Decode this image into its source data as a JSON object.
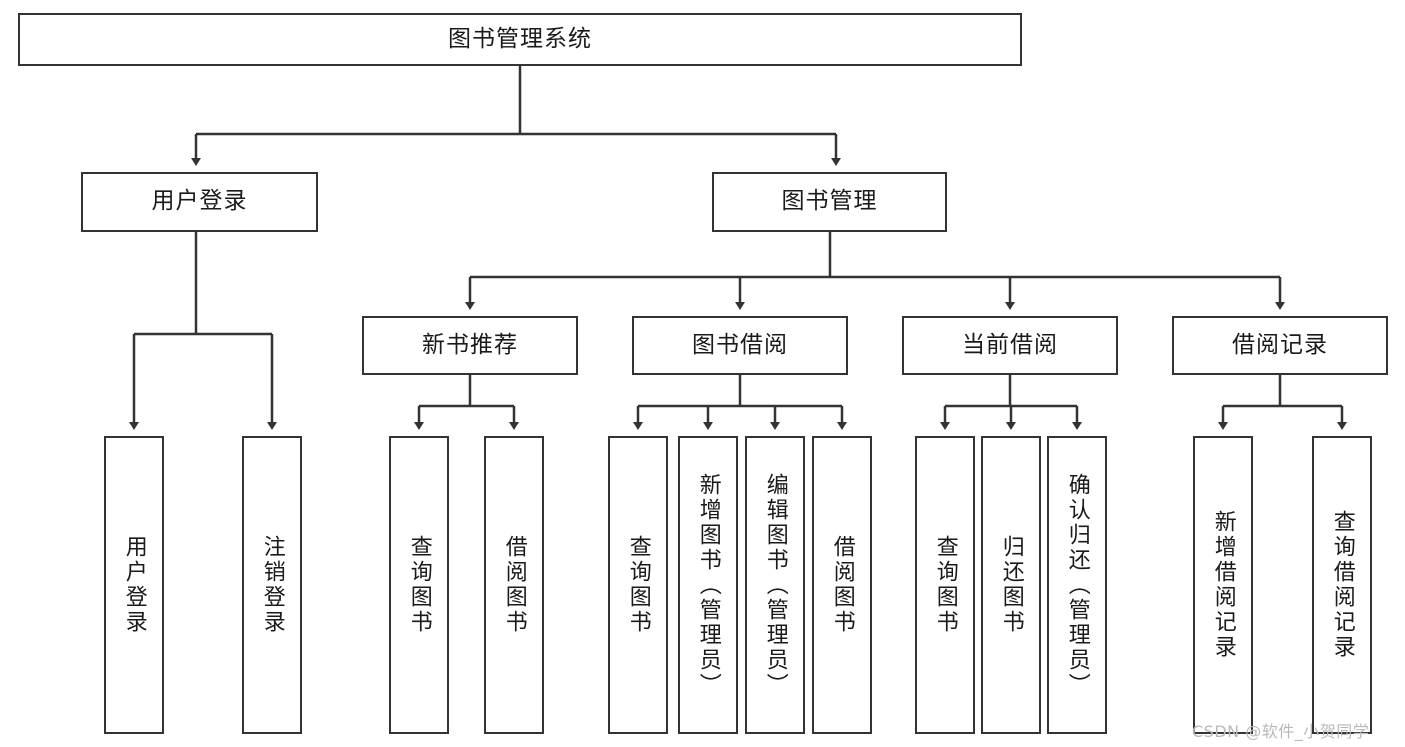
{
  "diagram": {
    "title": "图书管理系统",
    "type": "tree-hierarchy-diagram",
    "stroke_color": "#333333",
    "fill_color": "#ffffff",
    "text_color": "#1a1a1a",
    "root": {
      "label": "图书管理系统"
    },
    "level2": [
      {
        "label": "用户登录"
      },
      {
        "label": "图书管理"
      }
    ],
    "level3": [
      {
        "label": "新书推荐"
      },
      {
        "label": "图书借阅"
      },
      {
        "label": "当前借阅"
      },
      {
        "label": "借阅记录"
      }
    ],
    "leaves": {
      "user_login": [
        {
          "label": "用户登录"
        },
        {
          "label": "注销登录"
        }
      ],
      "new_book": [
        {
          "label": "查询图书"
        },
        {
          "label": "借阅图书"
        }
      ],
      "book_borrow": [
        {
          "label": "查询图书"
        },
        {
          "label": "新增图书（管理员）"
        },
        {
          "label": "编辑图书（管理员）"
        },
        {
          "label": "借阅图书"
        }
      ],
      "current_borrow": [
        {
          "label": "查询图书"
        },
        {
          "label": "归还图书"
        },
        {
          "label": "确认归还（管理员）"
        }
      ],
      "borrow_record": [
        {
          "label": "新增借阅记录"
        },
        {
          "label": "查询借阅记录"
        }
      ]
    }
  },
  "watermark": {
    "text": "CSDN @软件_小贺同学"
  }
}
